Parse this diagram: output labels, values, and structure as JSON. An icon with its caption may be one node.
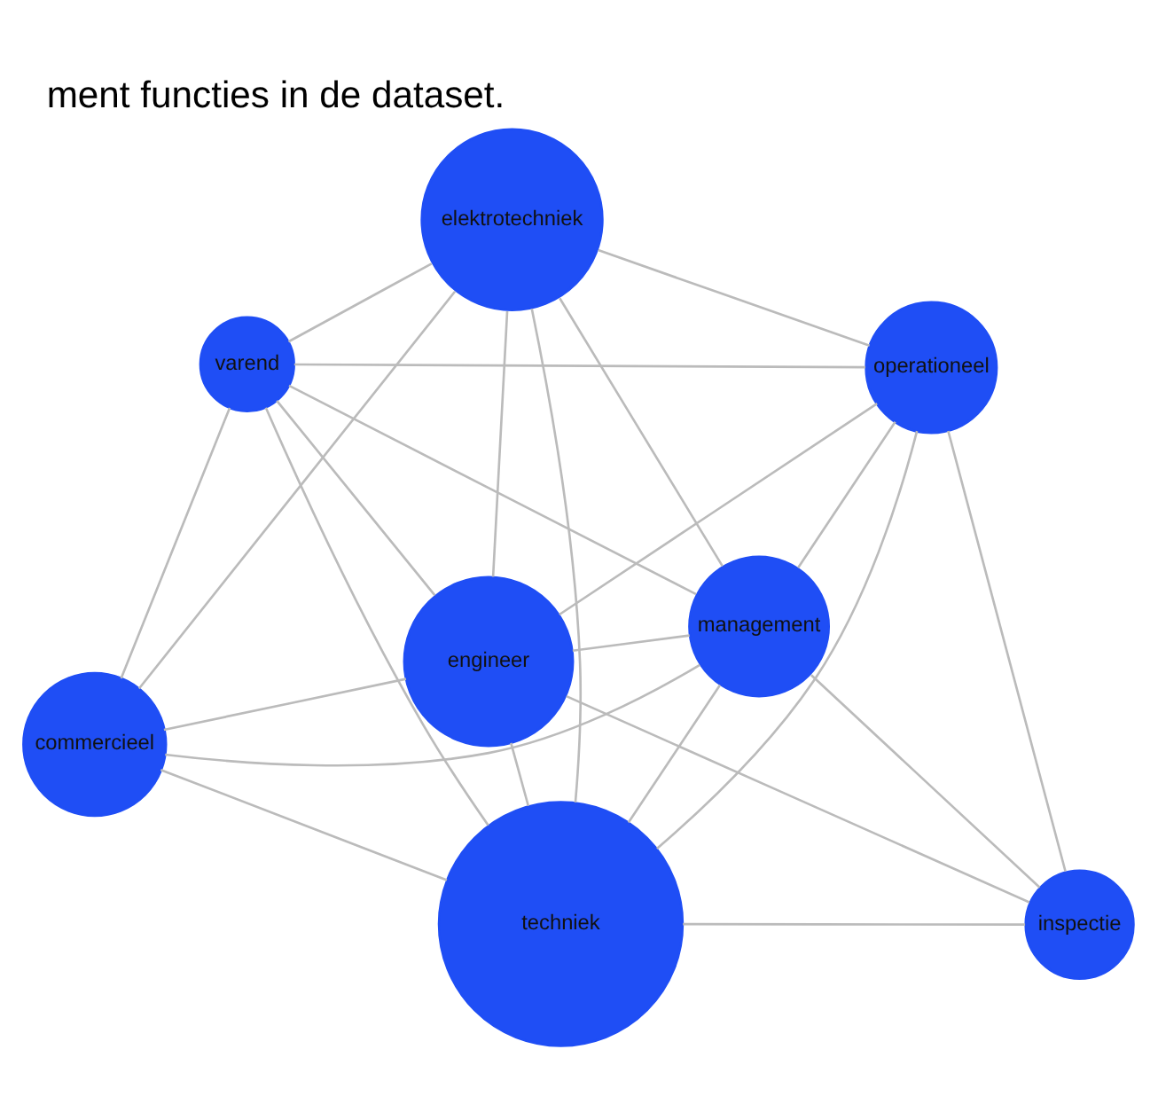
{
  "diagram": {
    "caption": "ment functies in de dataset.",
    "nodes": [
      {
        "text": [
          "varend"
        ]
      },
      {
        "text": [
          "elektrotechniek"
        ]
      },
      {
        "text": [
          "inspectie"
        ]
      },
      {
        "text": [
          "operationeel"
        ]
      },
      {
        "text": [
          "techniek"
        ]
      },
      {
        "text": [
          "engineer"
        ]
      },
      {
        "text": [
          "commercieel"
        ]
      },
      {
        "text": [
          "management"
        ]
      }
    ],
    "edges": [
      {
        "from": 0,
        "to": 1,
        "arrow": "none"
      },
      {
        "from": 0,
        "to": 3,
        "arrow": "none"
      },
      {
        "from": 0,
        "to": 4,
        "arrow": "none"
      },
      {
        "from": 0,
        "to": 5,
        "arrow": "none"
      },
      {
        "from": 0,
        "to": 6,
        "arrow": "none"
      },
      {
        "from": 0,
        "to": 7,
        "arrow": "none"
      },
      {
        "from": 2,
        "to": 3,
        "arrow": "none"
      },
      {
        "from": 2,
        "to": 4,
        "arrow": "none"
      },
      {
        "from": 2,
        "to": 5,
        "arrow": "none"
      },
      {
        "from": 2,
        "to": 7,
        "arrow": "none"
      },
      {
        "from": 3,
        "to": 1,
        "arrow": "none"
      },
      {
        "from": 3,
        "to": 4,
        "arrow": "none"
      },
      {
        "from": 3,
        "to": 5,
        "arrow": "none"
      },
      {
        "from": 3,
        "to": 7,
        "arrow": "none"
      },
      {
        "from": 4,
        "to": 1,
        "arrow": "none"
      },
      {
        "from": 4,
        "to": 5,
        "arrow": "none"
      },
      {
        "from": 4,
        "to": 6,
        "arrow": "none"
      },
      {
        "from": 4,
        "to": 7,
        "arrow": "none"
      },
      {
        "from": 1,
        "to": 5,
        "arrow": "none"
      },
      {
        "from": 1,
        "to": 6,
        "arrow": "none"
      },
      {
        "from": 1,
        "to": 7,
        "arrow": "none"
      },
      {
        "from": 5,
        "to": 6,
        "arrow": "none"
      },
      {
        "from": 5,
        "to": 7,
        "arrow": "none"
      },
      {
        "from": 7,
        "to": 6,
        "arrow": "none"
      }
    ]
  }
}
